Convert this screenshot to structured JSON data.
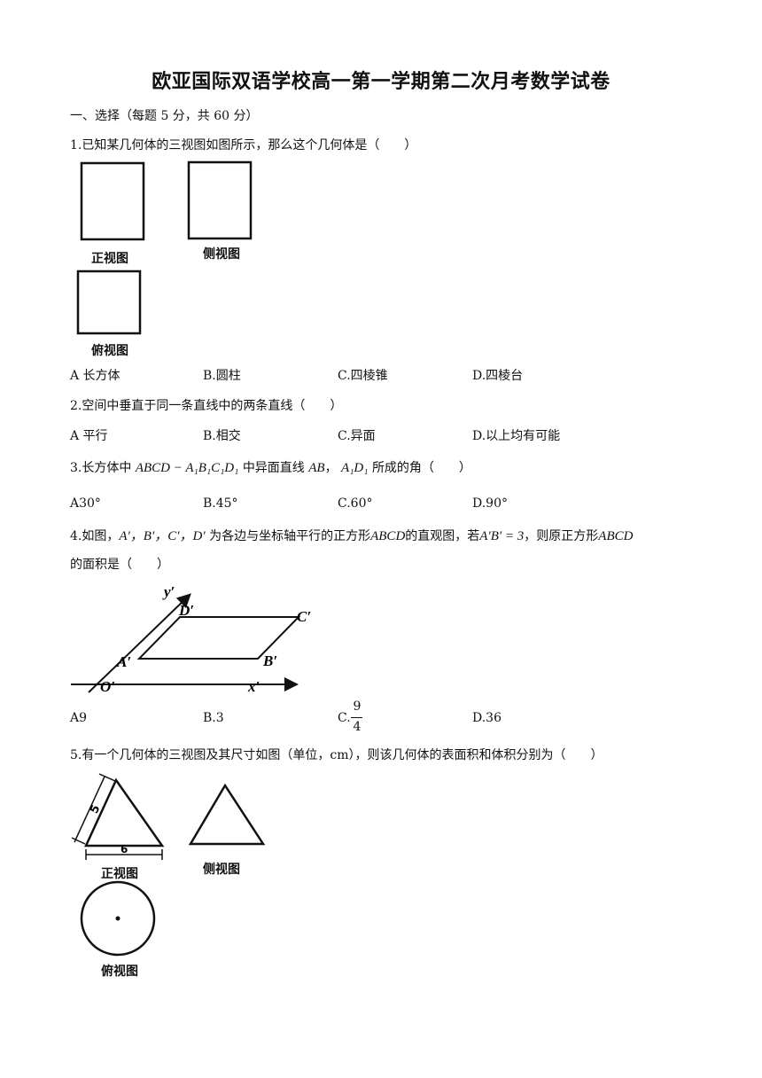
{
  "title": "欧亚国际双语学校高一第一学期第二次月考数学试卷",
  "section1": "一、选择（每题 5 分，共 60 分）",
  "q1": {
    "stem": "1.已知某几何体的三视图如图所示，那么这个几何体是（　　）",
    "fig_labels": [
      "正视图",
      "侧视图",
      "俯视图"
    ],
    "options": [
      "A 长方体",
      "B.圆柱",
      "C.四棱锥",
      "D.四棱台"
    ]
  },
  "q2": {
    "stem": "2.空间中垂直于同一条直线中的两条直线（　　）",
    "options": [
      "A 平行",
      "B.相交",
      "C.异面",
      "D.以上均有可能"
    ]
  },
  "q3": {
    "stem_pre": "3.长方体中",
    "expr1": "ABCD − A₁B₁C₁D₁",
    "stem_mid": "中异面直线",
    "expr2": "AB",
    "sep": "，",
    "expr3": "A₁D₁",
    "stem_post": "所成的角（　　）",
    "options": [
      "A30°",
      "B.45°",
      "C.60°",
      "D.90°"
    ]
  },
  "q4": {
    "stem_line1_a": "4.如图，",
    "pts": "A′，B′，C′，D′",
    "stem_line1_b": "为各边与坐标轴平行的正方形",
    "sq": "ABCD",
    "stem_line1_c": "的直观图，若",
    "cond": "A′B′ = 3",
    "stem_line1_d": "，则原正方形",
    "sq2": "ABCD",
    "stem_line2": "的面积是（　　）",
    "fig_labels": {
      "y": "y′",
      "x": "x′",
      "o": "O′",
      "a": "A′",
      "b": "B′",
      "c": "C′",
      "d": "D′"
    },
    "options": {
      "a": "A9",
      "b": "B.3",
      "c_prefix": "C.",
      "c_num": "9",
      "c_den": "4",
      "d": "D.36"
    }
  },
  "q5": {
    "stem": "5.有一个几何体的三视图及其尺寸如图（单位，cm），则该几何体的表面积和体积分别为（　　）",
    "fig_labels": [
      "正视图",
      "侧视图",
      "俯视图"
    ],
    "dim_side": "5",
    "dim_base": "6"
  }
}
